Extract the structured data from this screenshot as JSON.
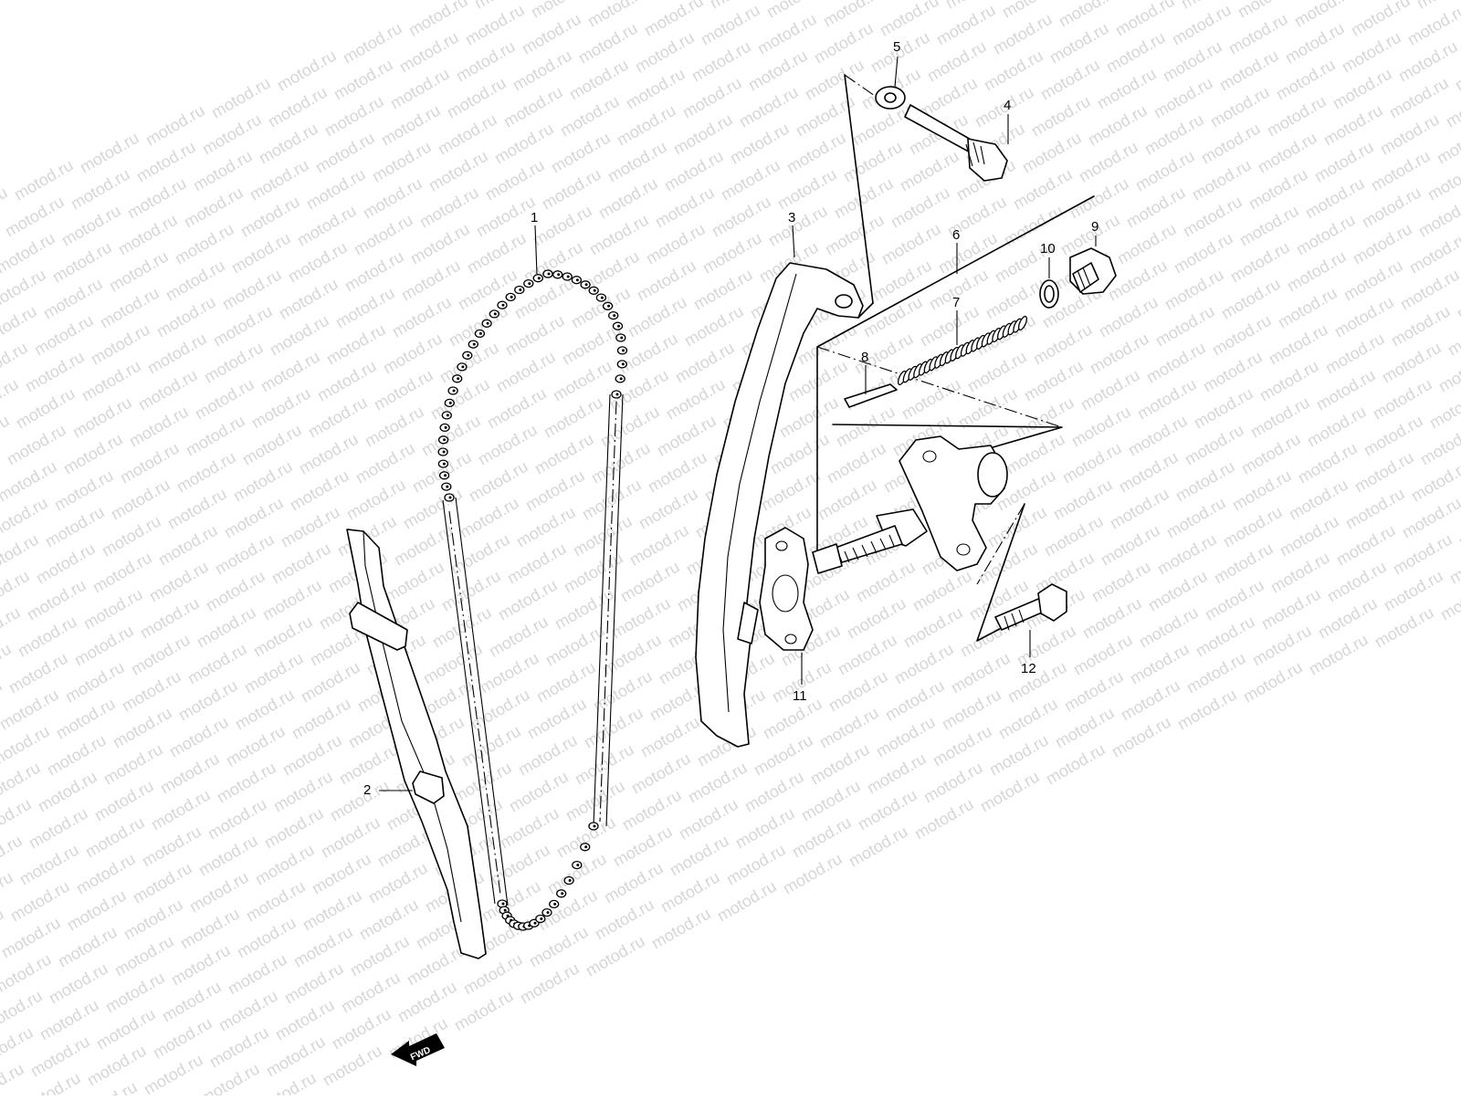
{
  "watermark": {
    "text": "motod.ru"
  },
  "parts": [
    {
      "ref": "1",
      "name": "cam-chain"
    },
    {
      "ref": "2",
      "name": "chain-guide"
    },
    {
      "ref": "3",
      "name": "tensioner-arm"
    },
    {
      "ref": "4",
      "name": "arm-bolt"
    },
    {
      "ref": "5",
      "name": "arm-washer"
    },
    {
      "ref": "6",
      "name": "tensioner-assembly"
    },
    {
      "ref": "7",
      "name": "tensioner-spring"
    },
    {
      "ref": "8",
      "name": "spring-rod"
    },
    {
      "ref": "9",
      "name": "cap-bolt"
    },
    {
      "ref": "10",
      "name": "o-ring"
    },
    {
      "ref": "11",
      "name": "tensioner-gasket"
    },
    {
      "ref": "12",
      "name": "tensioner-bolt"
    }
  ],
  "direction_badge": {
    "label": "FWD"
  },
  "colors": {
    "line": "#000000",
    "watermark": "#d6d6d6",
    "background": "#ffffff"
  }
}
